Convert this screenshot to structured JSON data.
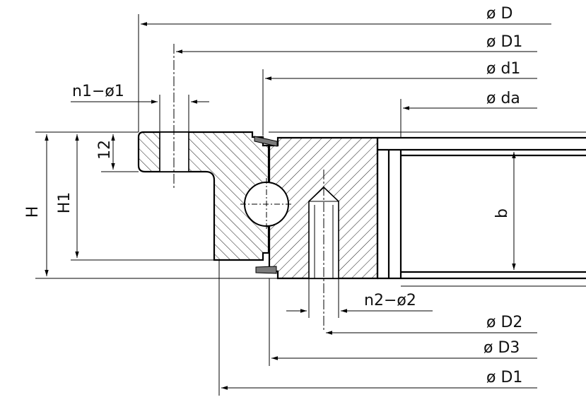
{
  "dimensions": {
    "D": "ø D",
    "D1_top": "ø D1",
    "d1": "ø d1",
    "da": "ø da",
    "n1": "n1−ø1",
    "n2": "n2−ø2",
    "D2": "ø D2",
    "D3": "ø D3",
    "D1_bottom": "ø D1",
    "H": "H",
    "H1": "H1",
    "b": "b",
    "twelve": "12"
  },
  "colors": {
    "line": "#000000",
    "seal": "#7a7a7a"
  }
}
